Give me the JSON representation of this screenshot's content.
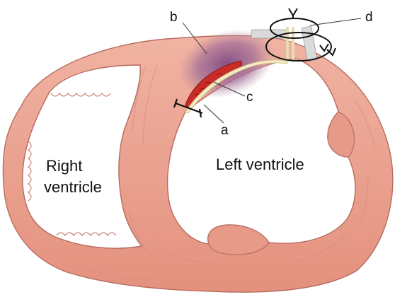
{
  "labels": {
    "a": "a",
    "b": "b",
    "c": "c",
    "d": "d",
    "right_ventricle_line1": "Right",
    "right_ventricle_line2": "ventricle",
    "left_ventricle": "Left ventricle"
  },
  "colors": {
    "myocardium": "#EBA18E",
    "myocardium_edge": "#B66C60",
    "myocardium_fold": "#C98474",
    "lumen": "#FFFFFF",
    "bruise": "#9F6A97",
    "bruise_deep": "#7E4C84",
    "scar": "#C92C27",
    "scar_edge": "#8E1412",
    "patch": "#F4EBC4",
    "suture": "#111111",
    "pledget": "#DADADA",
    "leader_line": "#333333"
  }
}
